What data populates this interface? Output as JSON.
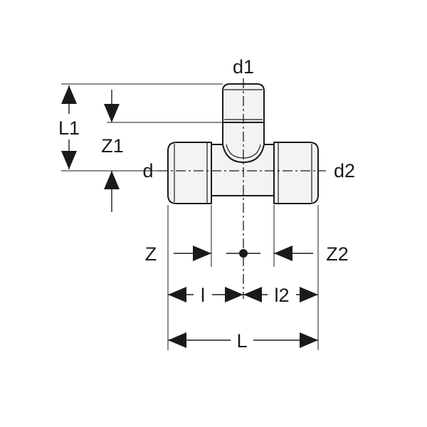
{
  "labels": {
    "d1": "d1",
    "d": "d",
    "d2": "d2",
    "L1": "L1",
    "Z1": "Z1",
    "Z": "Z",
    "Z2": "Z2",
    "l": "l",
    "l2": "l2",
    "L": "L"
  }
}
